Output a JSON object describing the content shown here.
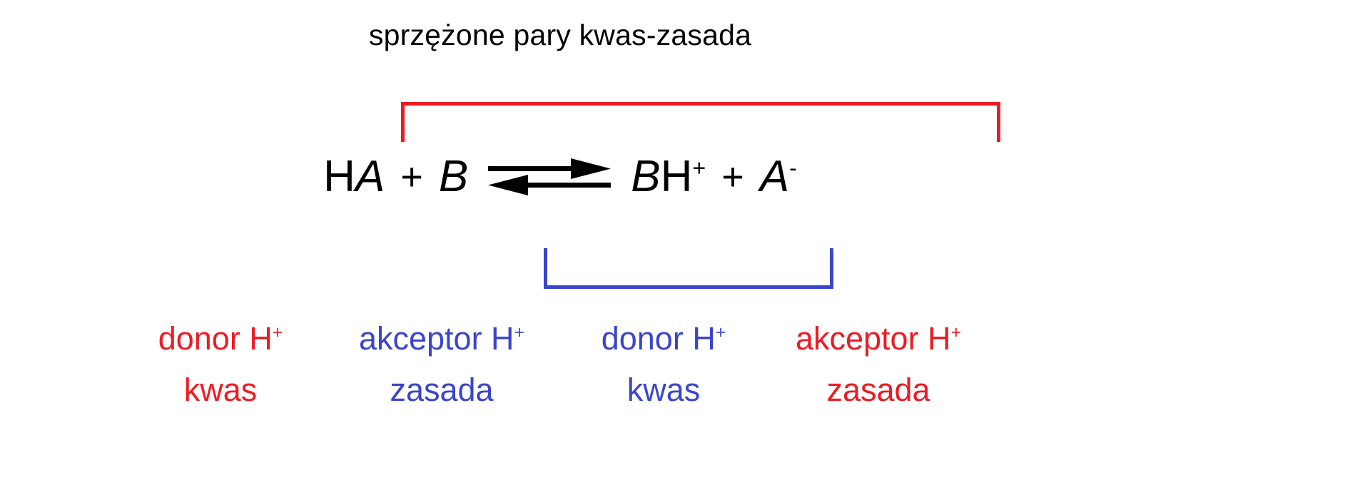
{
  "title": "sprzężone pary kwas-zasada",
  "colors": {
    "red": "#ED1B24",
    "blue": "#3B45CB",
    "black": "#000000",
    "background": "#FFFFFF"
  },
  "equation": {
    "reactant_acid": {
      "upright": "H",
      "italic": "A"
    },
    "plus_1": "+",
    "reactant_base": {
      "italic": "B"
    },
    "arrow": "equilibrium-double-arrow",
    "product_acid": {
      "italic": "B",
      "upright": "H",
      "charge": "+"
    },
    "plus_2": "+",
    "product_base": {
      "italic": "A",
      "charge": "-"
    }
  },
  "brackets": [
    {
      "name": "conjugate-pair-outer",
      "color": "#ED1B24",
      "orientation": "top"
    },
    {
      "name": "conjugate-pair-inner",
      "color": "#3B45CB",
      "orientation": "bottom"
    }
  ],
  "labels": [
    {
      "role": "donor H",
      "charge": "+",
      "species": "kwas",
      "color": "#ED1B24"
    },
    {
      "role": "akceptor H",
      "charge": "+",
      "species": "zasada",
      "color": "#3B45CB"
    },
    {
      "role": "donor H",
      "charge": "+",
      "species": "kwas",
      "color": "#3B45CB"
    },
    {
      "role": "akceptor H",
      "charge": "+",
      "species": "zasada",
      "color": "#ED1B24"
    }
  ]
}
